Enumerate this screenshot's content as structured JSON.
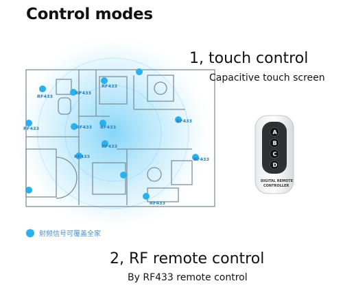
{
  "title": "Control modes",
  "mode1": {
    "label": "1, touch control",
    "sub": "Capacitive touch screen"
  },
  "mode2": {
    "label": "2, RF remote control",
    "sub": "By RF433 remote control"
  },
  "legend": {
    "text": "射频信号可覆盖全家",
    "color": "#2ab1ec"
  },
  "floorplan": {
    "signal_color": "#8ed8f8",
    "node_color": "#2ab1ec",
    "node_labels": [
      "RF433",
      "RF433",
      "RF433",
      "RF433",
      "RF433",
      "RF433",
      "RF433",
      "RF433",
      "RF433",
      "RF433",
      "RF433"
    ]
  },
  "remote": {
    "buttons": [
      "A",
      "B",
      "C",
      "D"
    ],
    "brand_line1": "DIGITAL REMOTE",
    "brand_line2": "CONTROLLER"
  }
}
